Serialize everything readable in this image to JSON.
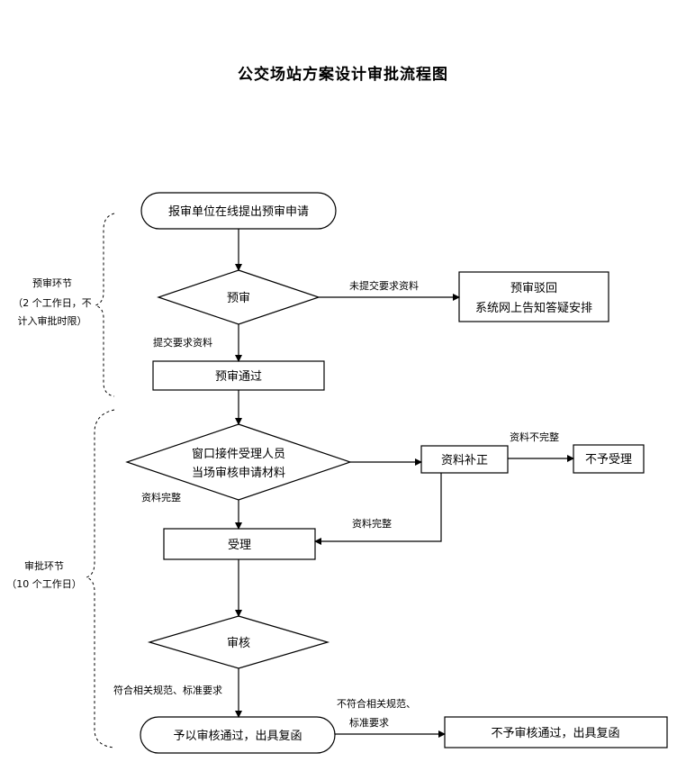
{
  "title": "公交场站方案设计审批流程图",
  "nodes": {
    "start": "报审单位在线提出预审申请",
    "pre_review": "预审",
    "rejected_line1": "预审驳回",
    "rejected_line2": "系统网上告知答疑安排",
    "pre_passed": "预审通过",
    "window_line1": "窗口接件受理人员",
    "window_line2": "当场审核申请材料",
    "supplement": "资料补正",
    "not_accepted": "不予受理",
    "accepted": "受理",
    "review": "审核",
    "approved": "予以审核通过，出具复函",
    "not_approved": "不予审核通过，出具复函"
  },
  "edges": {
    "not_submitted": "未提交要求资料",
    "submitted": "提交要求资料",
    "incomplete": "资料不完整",
    "complete_left": "资料完整",
    "complete_right": "资料完整",
    "compliant": "符合相关规范、标准要求",
    "noncompliant_line1": "不符合相关规范、",
    "noncompliant_line2": "标准要求"
  },
  "sections": {
    "pre_stage_line1": "预审环节",
    "pre_stage_line2": "（2 个工作日，不",
    "pre_stage_line3": "计入审批时限）",
    "approval_stage_line1": "审批环节",
    "approval_stage_line2": "（10 个工作日）"
  }
}
